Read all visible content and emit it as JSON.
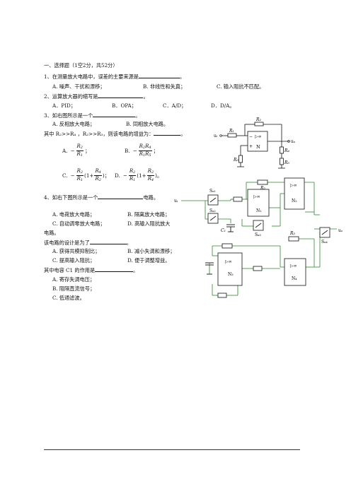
{
  "section_title": "一、选择题（1空2分，共52分）",
  "q1": {
    "stem_before": "1、在测量放大电路中，误差的主要来源是",
    "stem_after": "。",
    "a": "A. 噪声、干扰和漂移；",
    "b": "B. 非线性和失真；",
    "c": "C. 输入阻抗不匹配。"
  },
  "q2": {
    "stem_before": "2、运算放大器的缩写是",
    "stem_after": "。",
    "a": "A．PID；",
    "b": "B．OPA；",
    "c": "C．A/D；",
    "d": "D．D/A。"
  },
  "q3": {
    "stem_before": "3、如右图所示是一个",
    "stem_after": "。",
    "a": "A. 反相放大电路；",
    "b": "B. 同相放大电路。",
    "cond_before": "其中 R₂>>R₄ ，R₂>>R₃，则该电路的增益为：",
    "cond_after": "。",
    "optA": "A.",
    "optB": "B.",
    "optC": "C.",
    "optD": "D.",
    "minus": "−",
    "one_plus": "(1+",
    "close_semi": ")；",
    "close_end": ")。",
    "semi": "；",
    "R1": "R",
    "s1": "1",
    "s2": "2",
    "s3": "3",
    "s4": "4"
  },
  "q4": {
    "stem_before": "4、如右下图所示是一个",
    "stem_after": "电路。",
    "a": "A. 电荷放大电路；",
    "b": "B. 隔离放大电路；",
    "c": "C. 自动调零放大电路；",
    "d": "D. 高输入阻抗放大",
    "d_cont": "电路。",
    "purpose_before": "该电路的设计是为了",
    "purpose_after": "。",
    "pa": "A. 获得共模抑制比；",
    "pb": "B. 减小失调和漂移；",
    "pc": "C. 提高输入阻抗；",
    "pd": "D. 便于调整增益。",
    "c1_before": "其中电容 C1 的作用是",
    "c1_after": "。",
    "ca": "A. 寄存失调电压；",
    "cb": "B. 阻隔直流信号；",
    "cc": "C. 低通滤波。"
  },
  "fig1": {
    "R2": "R₂",
    "R1": "R₁",
    "R3": "R₃",
    "R4": "R₄",
    "R5": "R₅",
    "ui": "uᵢ",
    "uo": "uₒ",
    "N": "N",
    "inf": "▷∞",
    "minus": "−",
    "plus": "+"
  },
  "fig2": {
    "ui": "uᵢ",
    "uo": "uₒ",
    "Sa1": "Sₐ₁",
    "Sa2": "Sₐ₂",
    "Sa3": "Sₐ₃",
    "Sa4": "Sₐ₄",
    "R2": "R₂",
    "R3": "R₃",
    "C1": "C₁",
    "N1": "N₁",
    "N2": "N₂",
    "N3": "N₃",
    "N4": "N₄",
    "inf": "▷∞"
  }
}
